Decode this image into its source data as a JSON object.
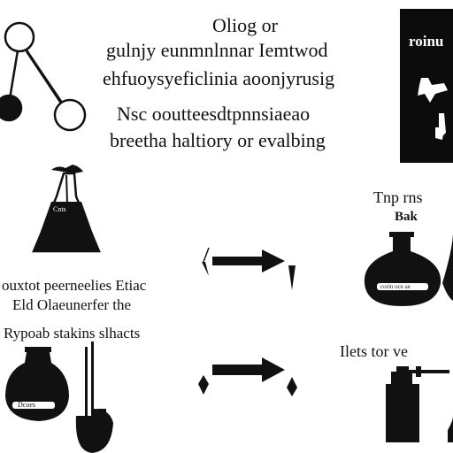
{
  "header": {
    "line1": "Oliog or",
    "line2": "gulnjy eunmnlnnar Iemtwod",
    "line3": "ehfuoysyeficlinia aoonjyrusig",
    "line4": "Nsc ooutteesdtpnnsiaeao",
    "line5": "breetha haltiory or evalbing"
  },
  "dark_panel": {
    "label": "roinu"
  },
  "right_heading": {
    "line1": "Tnp rns",
    "line2": "Bak"
  },
  "flask_labels": {
    "cone": "Cnts",
    "flask_right": "corin oce ae",
    "flask_bottom": "Dcoes"
  },
  "middle_text": {
    "line1": "ouxtot peerneelies Etiac",
    "line2": "Eld Olaeunerfer the",
    "line3": "Rypoab stakins slhacts"
  },
  "bottom_right": {
    "label": "Ilets tor ve"
  },
  "colors": {
    "ink": "#111111",
    "paper": "#ffffff",
    "panel": "#0c0c0c"
  }
}
